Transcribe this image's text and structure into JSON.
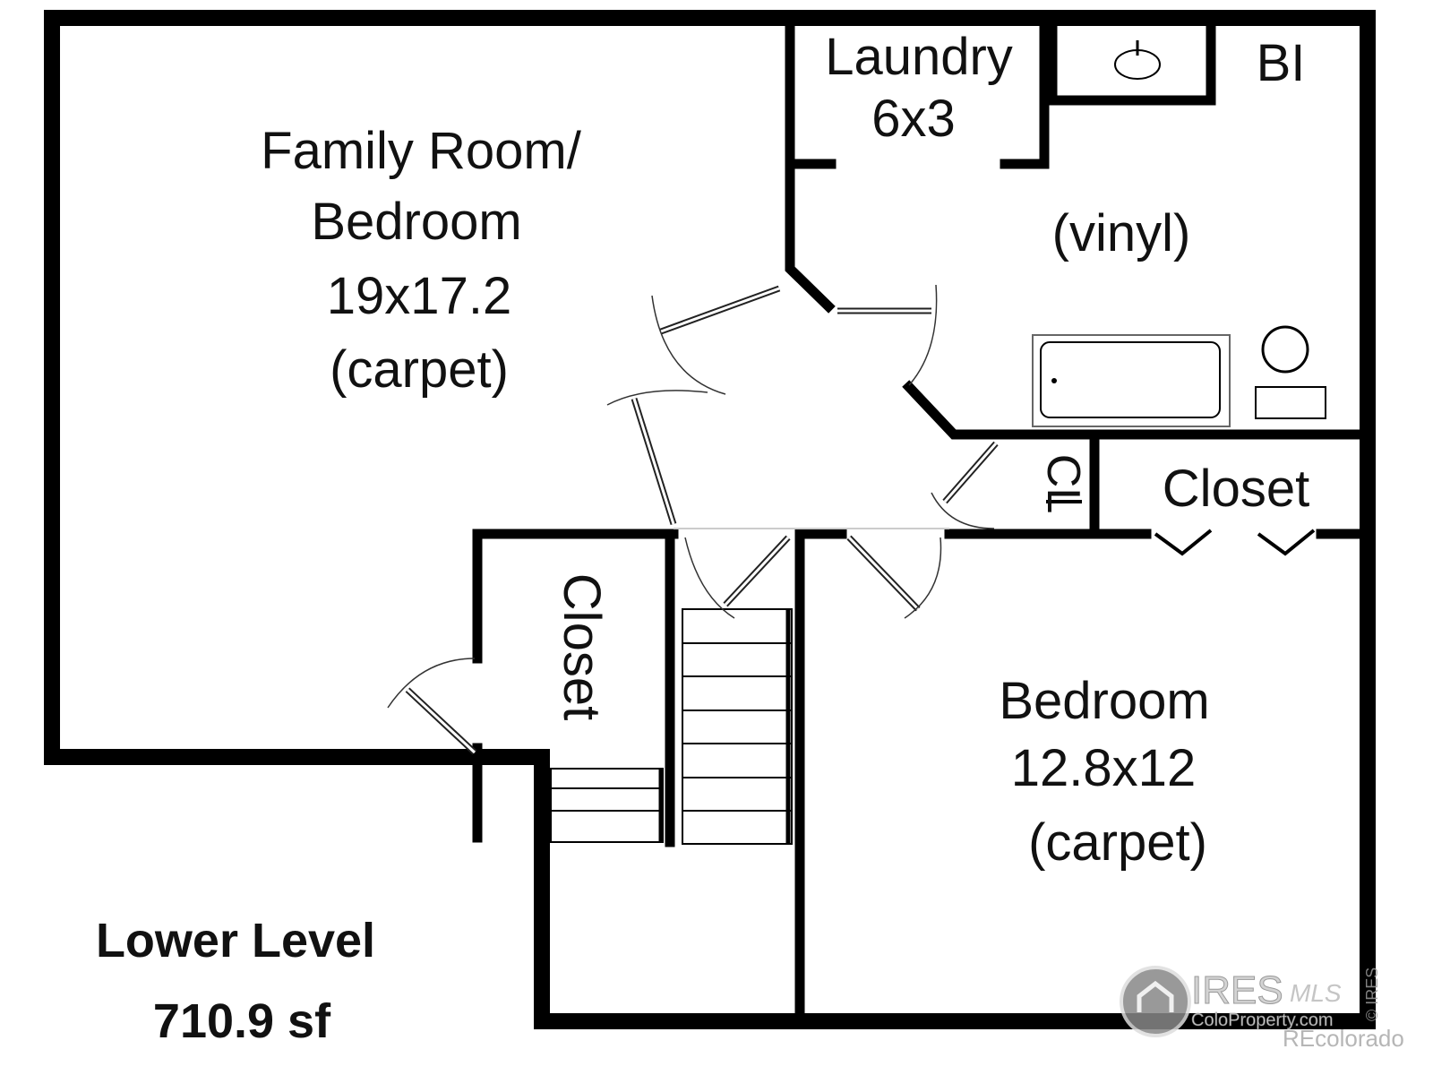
{
  "rooms": {
    "family_room": {
      "line1": "Family Room/",
      "line2": "Bedroom",
      "size": "19x17.2",
      "floor": "(carpet)"
    },
    "laundry": {
      "name": "Laundry",
      "size": "6x3"
    },
    "bath": {
      "name": "BI",
      "floor": "(vinyl)"
    },
    "closet_small": {
      "name": "CL"
    },
    "closet_right": {
      "name": "Closet"
    },
    "closet_hall": {
      "name": "Closet"
    },
    "bedroom": {
      "name": "Bedroom",
      "size": "12.8x12",
      "floor": "(carpet)"
    }
  },
  "level": {
    "name": "Lower Level",
    "area": "710.9 sf"
  },
  "watermark": {
    "brand": "IRES",
    "script": "MLS",
    "site": "ColoProperty.com",
    "copyright": "© IRES",
    "recolorado": "REcolorado"
  }
}
